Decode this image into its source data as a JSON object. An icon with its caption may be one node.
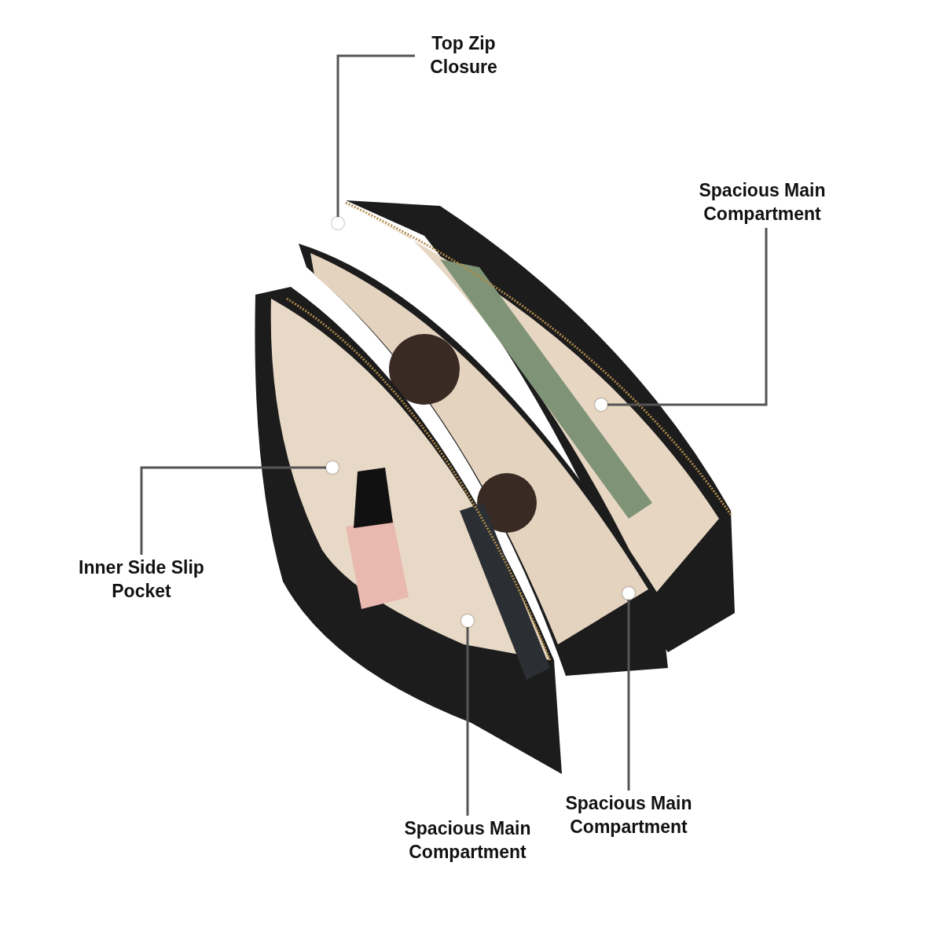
{
  "diagram": {
    "nodes": [
      {
        "text": [
          "Top Zip Closure"
        ]
      },
      {
        "text": [],
        "shape": "circle"
      },
      {
        "text": [
          "Spacious Main Compartment"
        ]
      },
      {
        "text": [],
        "shape": "circle"
      },
      {
        "text": [
          "Inner Side Slip Pocket"
        ]
      },
      {
        "text": [],
        "shape": "circle"
      },
      {
        "text": [
          "Spacious Main Compartment"
        ]
      },
      {
        "text": [],
        "shape": "circle"
      },
      {
        "text": [
          "Spacious Main Compartment"
        ]
      },
      {
        "text": [],
        "shape": "circle"
      }
    ],
    "edges": [
      {
        "from": 0,
        "to": 1,
        "arrow": "none"
      },
      {
        "from": 2,
        "to": 3,
        "arrow": "none"
      },
      {
        "from": 4,
        "to": 5,
        "arrow": "none"
      },
      {
        "from": 6,
        "to": 7,
        "arrow": "none"
      },
      {
        "from": 8,
        "to": 9,
        "arrow": "none"
      }
    ]
  }
}
